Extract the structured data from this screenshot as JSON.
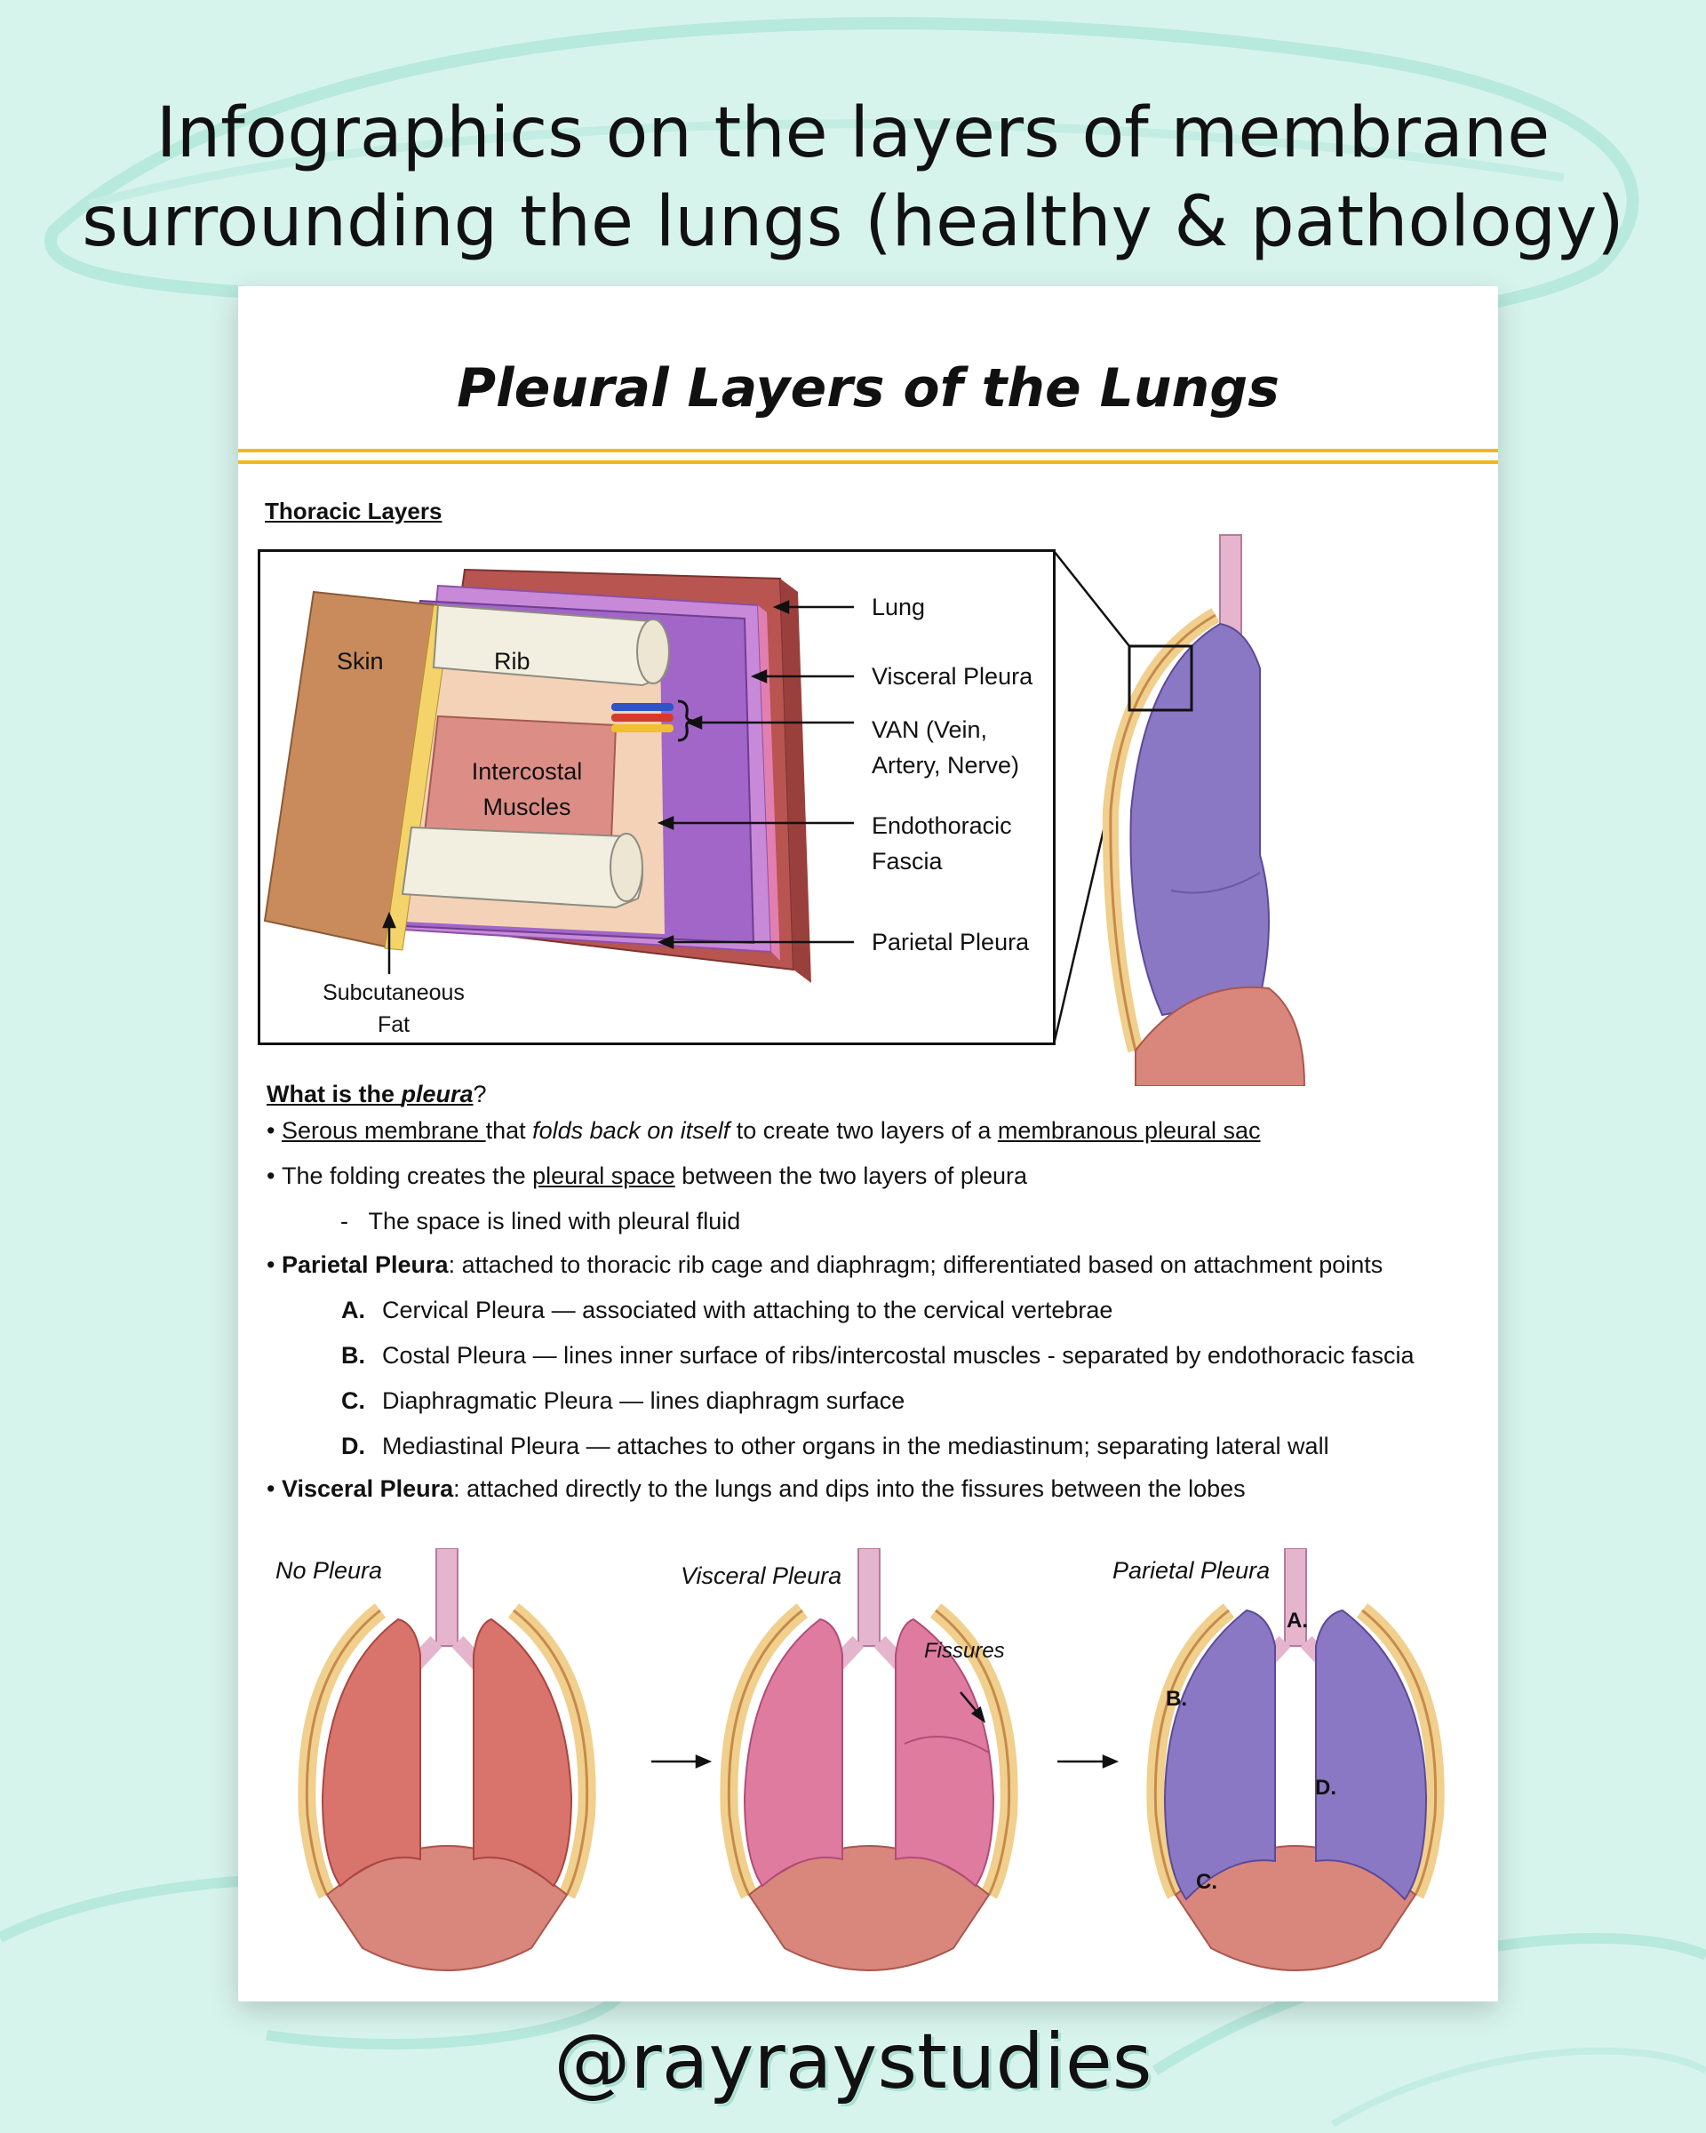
{
  "headline": {
    "line1": "Infographics on the layers of membrane",
    "line2": "surrounding the lungs (healthy & pathology)"
  },
  "document": {
    "title": "Pleural Layers of the Lungs",
    "section_heading": "Thoracic Layers",
    "diagram_labels": {
      "skin": "Skin",
      "rib": "Rib",
      "intercostal_1": "Intercostal",
      "intercostal_2": "Muscles",
      "lung": "Lung",
      "visceral": "Visceral Pleura",
      "van_1": "VAN (Vein,",
      "van_2": "Artery, Nerve)",
      "endo_1": "Endothoracic",
      "endo_2": "Fascia",
      "parietal": "Parietal Pleura",
      "subq_1": "Subcutaneous",
      "subq_2": "Fat"
    },
    "what": {
      "head_pre": "What is the ",
      "head_em": "pleura",
      "head_post": "?",
      "b1_a": "Serous membrane ",
      "b1_b": "that ",
      "b1_c": "folds back on itself",
      "b1_d": " to create two layers of a ",
      "b1_e": "membranous pleural sac",
      "b2_a": "The folding creates the ",
      "b2_b": "pleural space",
      "b2_c": " between the two layers of pleura",
      "b2_sub": "The space is lined with pleural fluid",
      "b3_bold": "Parietal Pleura",
      "b3_rest": ": attached to thoracic rib cage and diaphragm; differentiated based on attachment points",
      "items": [
        {
          "letter": "A.",
          "text": "Cervical Pleura — associated with attaching to the cervical vertebrae"
        },
        {
          "letter": "B.",
          "text": "Costal Pleura — lines inner surface of ribs/intercostal muscles - separated by endothoracic fascia"
        },
        {
          "letter": "C.",
          "text": "Diaphragmatic Pleura — lines diaphragm surface"
        },
        {
          "letter": "D.",
          "text": "Mediastinal Pleura — attaches to other organs in the mediastinum; separating lateral wall"
        }
      ],
      "b4_bold": "Visceral Pleura",
      "b4_rest": ": attached directly to the lungs and dips into the fissures between the lobes"
    },
    "panels": {
      "no_pleura": "No Pleura",
      "visceral": "Visceral Pleura",
      "parietal": "Parietal Pleura",
      "fissures": "Fissures",
      "letter_a": "A.",
      "letter_b": "B.",
      "letter_c": "C.",
      "letter_d": "D."
    }
  },
  "handle": "@rayraystudies",
  "colors": {
    "background": "#d7f4ec",
    "rule": "#f2b71d",
    "lung_healthy": "#d9746d",
    "lung_visceral": "#e07ba0",
    "lung_parietal": "#8a78c4"
  }
}
